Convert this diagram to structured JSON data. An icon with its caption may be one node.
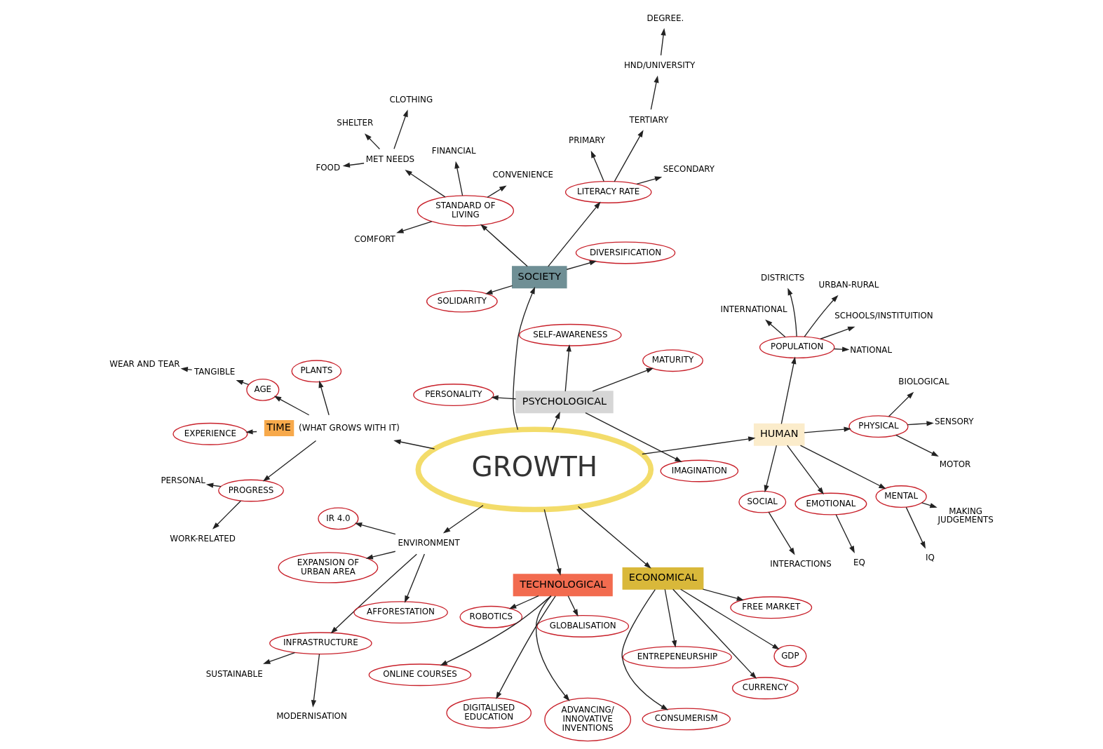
{
  "diagram": {
    "nodes": [
      {
        "text": [
          "GROWTH"
        ]
      },
      {
        "text": [
          "TECHNOLOGICAL"
        ]
      },
      {
        "text": [
          "ADVANCING/ INNOVATIVE INVENTIONS"
        ]
      },
      {
        "text": [
          "ROBOTICS"
        ]
      },
      {
        "text": [
          "GLOBALISATION"
        ]
      },
      {
        "text": [
          "ONLINE COURSES"
        ]
      },
      {
        "text": [
          "DIGITALISED EDUCATION"
        ]
      },
      {
        "text": [
          "ECONOMICAL"
        ]
      },
      {
        "text": [
          "CONSUMERISM"
        ]
      },
      {
        "text": [
          "GDP"
        ]
      },
      {
        "text": [
          "CURRENCY"
        ]
      },
      {
        "text": [
          "ENTREPENEURSHIP"
        ]
      },
      {
        "text": [
          "FREE MARKET"
        ]
      },
      {
        "text": [
          "HUMAN"
        ]
      },
      {
        "text": [
          "POPULATION"
        ]
      },
      {
        "text": [
          "INTERNATIONAL"
        ]
      },
      {
        "text": [
          "NATIONAL"
        ]
      },
      {
        "text": [
          "SCHOOLS/INSTITUITION"
        ]
      },
      {
        "text": [
          "DISTRICTS"
        ]
      },
      {
        "text": [
          "URBAN-RURAL"
        ]
      },
      {
        "text": [
          "PHYSICAL"
        ]
      },
      {
        "text": [
          "BIOLOGICAL"
        ]
      },
      {
        "text": [
          "SENSORY"
        ]
      },
      {
        "text": [
          "MOTOR"
        ]
      },
      {
        "text": [
          "MENTAL"
        ]
      },
      {
        "text": [
          "IQ"
        ]
      },
      {
        "text": [
          "MAKING JUDGEMENTS"
        ]
      },
      {
        "text": [
          "SOCIAL"
        ]
      },
      {
        "text": [
          "INTERACTIONS"
        ]
      },
      {
        "text": [
          "EMOTIONAL"
        ]
      },
      {
        "text": [
          "EQ"
        ]
      },
      {
        "text": [
          "ENVIRONMENT"
        ]
      },
      {
        "text": [
          "INFRASTRUCTURE"
        ]
      },
      {
        "text": [
          "MODERNISATION"
        ]
      },
      {
        "text": [
          "SUSTAINABLE"
        ]
      },
      {
        "text": [
          "AFFORESTATION"
        ]
      },
      {
        "text": [
          "EXPANSION OF URBAN AREA"
        ]
      },
      {
        "text": [
          "IR 4.0"
        ]
      },
      {
        "text": [
          "TIME"
        ],
        "beside": [
          "(WHAT GROWS WITH IT)"
        ]
      },
      {
        "text": [
          "EXPERIENCE"
        ]
      },
      {
        "text": [
          "AGE"
        ]
      },
      {
        "text": [
          "TANGIBLE"
        ]
      },
      {
        "text": [
          "WEAR AND TEAR"
        ]
      },
      {
        "text": [
          "PLANTS"
        ]
      },
      {
        "text": [
          "PROGRESS"
        ]
      },
      {
        "text": [
          "PERSONAL"
        ]
      },
      {
        "text": [
          "WORK-RELATED"
        ]
      },
      {
        "text": [
          "PSYCHOLOGICAL"
        ]
      },
      {
        "text": [
          "MATURITY"
        ]
      },
      {
        "text": [
          "IMAGINATION"
        ]
      },
      {
        "text": [
          "PERSONALITY"
        ]
      },
      {
        "text": [
          "SELF-AWARENESS"
        ]
      },
      {
        "text": [
          "SOCIETY"
        ]
      },
      {
        "text": [
          "STANDARD OF LIVING"
        ]
      },
      {
        "text": [
          "CONVENIENCE"
        ]
      },
      {
        "text": [
          "COMFORT"
        ]
      },
      {
        "text": [
          "MET NEEDS"
        ]
      },
      {
        "text": [
          "FINANCIAL"
        ]
      },
      {
        "text": [
          "CLOTHING"
        ]
      },
      {
        "text": [
          "FOOD"
        ]
      },
      {
        "text": [
          "SHELTER"
        ]
      },
      {
        "text": [
          "DIVERSIFICATION"
        ]
      },
      {
        "text": [
          "SOLIDARITY"
        ]
      },
      {
        "text": [
          "LITERACY RATE"
        ]
      },
      {
        "text": [
          "PRIMARY"
        ]
      },
      {
        "text": [
          "SECONDARY"
        ]
      },
      {
        "text": [
          "TERTIARY"
        ]
      },
      {
        "text": [
          "HND/UNIVERSITY"
        ]
      },
      {
        "text": [
          "DEGREE."
        ]
      }
    ],
    "edges": [
      {
        "from": 0,
        "to": 1,
        "arrow": "to"
      },
      {
        "from": 0,
        "to": 7,
        "arrow": "to"
      },
      {
        "from": 0,
        "to": 13,
        "arrow": "to"
      },
      {
        "from": 0,
        "to": 31,
        "arrow": "to"
      },
      {
        "from": 0,
        "to": 38,
        "arrow": "to"
      },
      {
        "from": 0,
        "to": 47,
        "arrow": "to"
      },
      {
        "from": 0,
        "to": 52,
        "arrow": "to"
      },
      {
        "from": 1,
        "to": 2,
        "arrow": "to"
      },
      {
        "from": 1,
        "to": 3,
        "arrow": "to"
      },
      {
        "from": 1,
        "to": 4,
        "arrow": "to"
      },
      {
        "from": 1,
        "to": 5,
        "arrow": "to"
      },
      {
        "from": 1,
        "to": 6,
        "arrow": "to"
      },
      {
        "from": 7,
        "to": 8,
        "arrow": "to"
      },
      {
        "from": 7,
        "to": 9,
        "arrow": "to"
      },
      {
        "from": 7,
        "to": 10,
        "arrow": "to"
      },
      {
        "from": 7,
        "to": 11,
        "arrow": "to"
      },
      {
        "from": 7,
        "to": 12,
        "arrow": "to"
      },
      {
        "from": 13,
        "to": 14,
        "arrow": "to"
      },
      {
        "from": 14,
        "to": 15,
        "arrow": "to"
      },
      {
        "from": 14,
        "to": 16,
        "arrow": "to"
      },
      {
        "from": 14,
        "to": 17,
        "arrow": "to"
      },
      {
        "from": 14,
        "to": 18,
        "arrow": "to"
      },
      {
        "from": 14,
        "to": 19,
        "arrow": "to"
      },
      {
        "from": 13,
        "to": 20,
        "arrow": "to"
      },
      {
        "from": 20,
        "to": 21,
        "arrow": "to"
      },
      {
        "from": 20,
        "to": 22,
        "arrow": "to"
      },
      {
        "from": 20,
        "to": 23,
        "arrow": "to"
      },
      {
        "from": 13,
        "to": 24,
        "arrow": "to"
      },
      {
        "from": 24,
        "to": 25,
        "arrow": "to"
      },
      {
        "from": 24,
        "to": 26,
        "arrow": "to"
      },
      {
        "from": 13,
        "to": 27,
        "arrow": "to"
      },
      {
        "from": 27,
        "to": 28,
        "arrow": "to"
      },
      {
        "from": 13,
        "to": 29,
        "arrow": "to"
      },
      {
        "from": 29,
        "to": 30,
        "arrow": "to"
      },
      {
        "from": 31,
        "to": 32,
        "arrow": "to"
      },
      {
        "from": 32,
        "to": 33,
        "arrow": "to"
      },
      {
        "from": 32,
        "to": 34,
        "arrow": "to"
      },
      {
        "from": 31,
        "to": 35,
        "arrow": "to"
      },
      {
        "from": 31,
        "to": 36,
        "arrow": "to"
      },
      {
        "from": 31,
        "to": 37,
        "arrow": "to"
      },
      {
        "from": 38,
        "to": 39,
        "arrow": "to"
      },
      {
        "from": 38,
        "to": 40,
        "arrow": "to"
      },
      {
        "from": 40,
        "to": 41,
        "arrow": "to"
      },
      {
        "from": 41,
        "to": 42,
        "arrow": "to"
      },
      {
        "from": 38,
        "to": 43,
        "arrow": "to"
      },
      {
        "from": 38,
        "to": 44,
        "arrow": "to"
      },
      {
        "from": 44,
        "to": 45,
        "arrow": "to"
      },
      {
        "from": 44,
        "to": 46,
        "arrow": "to"
      },
      {
        "from": 47,
        "to": 48,
        "arrow": "to"
      },
      {
        "from": 47,
        "to": 49,
        "arrow": "to"
      },
      {
        "from": 47,
        "to": 50,
        "arrow": "to"
      },
      {
        "from": 47,
        "to": 51,
        "arrow": "to"
      },
      {
        "from": 52,
        "to": 53,
        "arrow": "to"
      },
      {
        "from": 53,
        "to": 54,
        "arrow": "to"
      },
      {
        "from": 53,
        "to": 55,
        "arrow": "to"
      },
      {
        "from": 53,
        "to": 56,
        "arrow": "to"
      },
      {
        "from": 53,
        "to": 57,
        "arrow": "to"
      },
      {
        "from": 56,
        "to": 58,
        "arrow": "to"
      },
      {
        "from": 56,
        "to": 59,
        "arrow": "to"
      },
      {
        "from": 56,
        "to": 60,
        "arrow": "to"
      },
      {
        "from": 52,
        "to": 61,
        "arrow": "to"
      },
      {
        "from": 52,
        "to": 62,
        "arrow": "to"
      },
      {
        "from": 52,
        "to": 63,
        "arrow": "to"
      },
      {
        "from": 63,
        "to": 64,
        "arrow": "to"
      },
      {
        "from": 63,
        "to": 65,
        "arrow": "to"
      },
      {
        "from": 63,
        "to": 66,
        "arrow": "to"
      },
      {
        "from": 66,
        "to": 67,
        "arrow": "to"
      },
      {
        "from": 67,
        "to": 68,
        "arrow": "to"
      }
    ]
  }
}
